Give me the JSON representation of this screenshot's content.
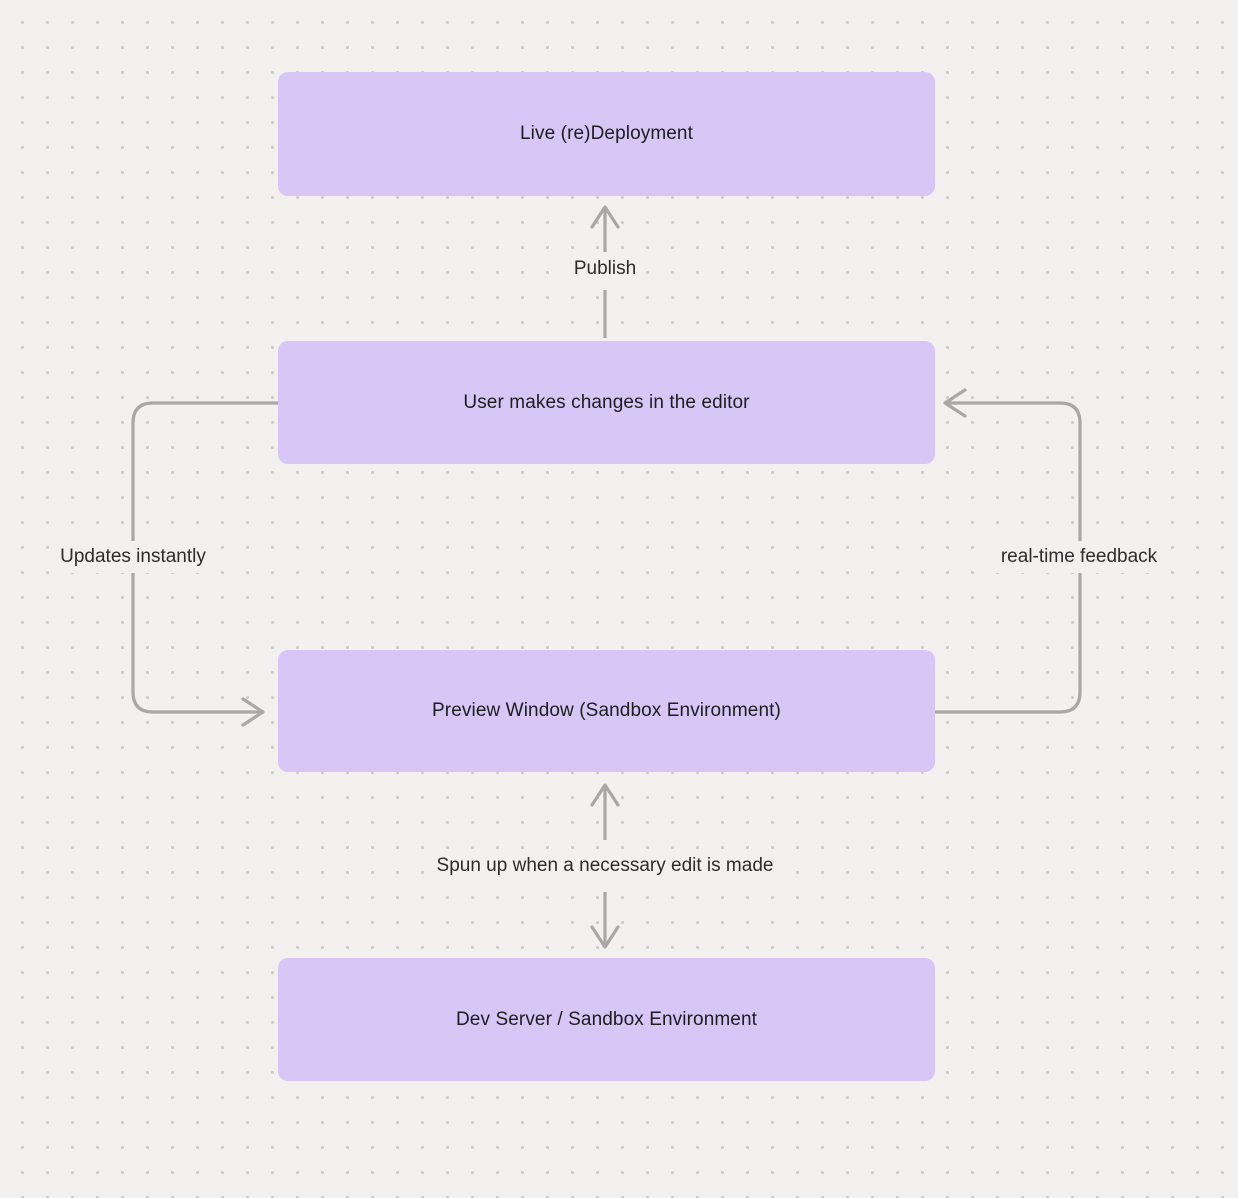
{
  "canvas": {
    "type": "flowchart",
    "background": "#f2f1ef",
    "dot_color": "#cfccc9"
  },
  "colors": {
    "node_fill": "#d8c6f6",
    "node_text": "#1d1d1f",
    "arrow": "#a9a8a6",
    "label_text": "#2c2c2e",
    "background": "#f2f1ef"
  },
  "nodes": [
    {
      "id": "live-redeployment",
      "label": "Live (re)Deployment"
    },
    {
      "id": "user-edits",
      "label": "User makes changes in the editor"
    },
    {
      "id": "preview-window",
      "label": "Preview Window (Sandbox Environment)"
    },
    {
      "id": "dev-server",
      "label": "Dev Server / Sandbox Environment"
    }
  ],
  "edges": [
    {
      "id": "publish",
      "label": "Publish",
      "from": "user-edits",
      "to": "live-redeployment",
      "direction": "up"
    },
    {
      "id": "updates-instantly",
      "label": "Updates instantly",
      "from": "user-edits",
      "to": "preview-window",
      "direction": "left-loop"
    },
    {
      "id": "real-time-feedback",
      "label": "real-time feedback",
      "from": "preview-window",
      "to": "user-edits",
      "direction": "right-loop"
    },
    {
      "id": "spun-up",
      "label": "Spun up when a necessary edit is made",
      "from": "dev-server",
      "to": "preview-window",
      "direction": "both"
    }
  ]
}
